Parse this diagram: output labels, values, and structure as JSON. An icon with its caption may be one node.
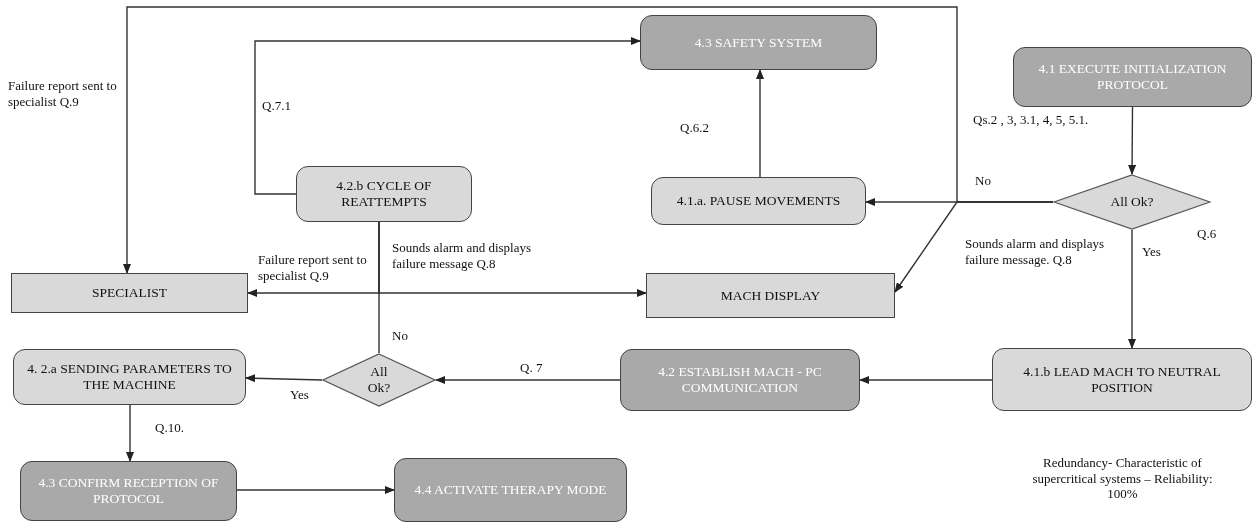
{
  "diagram": {
    "nodes": [
      {
        "text": [
          "4.3 SAFETY SYSTEM"
        ]
      },
      {
        "text": [
          "4.1 EXECUTE INITIALIZATION PROTOCOL"
        ]
      },
      {
        "text": [
          "4.2.b CYCLE OF REATTEMPTS"
        ]
      },
      {
        "text": [
          "4.1.a. PAUSE MOVEMENTS"
        ]
      },
      {
        "text": [
          "All Ok?"
        ],
        "beside": [
          "Q.6"
        ]
      },
      {
        "text": [
          "SPECIALIST"
        ]
      },
      {
        "text": [
          "MACH DISPLAY"
        ]
      },
      {
        "text": [
          "4. 2.a SENDING PARAMETERS TO THE MACHINE"
        ]
      },
      {
        "text": [
          "All Ok?"
        ]
      },
      {
        "text": [
          "4.2 ESTABLISH MACH - PC COMMUNICATION"
        ]
      },
      {
        "text": [
          "4.1.b LEAD MACH TO NEUTRAL POSITION"
        ]
      },
      {
        "text": [
          "4.3 CONFIRM RECEPTION OF PROTOCOL"
        ]
      },
      {
        "text": [
          "4.4 ACTIVATE THERAPY MODE"
        ]
      }
    ],
    "edges": [
      {
        "from": 1,
        "to": 4,
        "arrow": "to",
        "label": "Qs.2 , 3, 3.1, 4, 5, 5.1."
      },
      {
        "from": 4,
        "to": 3,
        "arrow": "to",
        "label": "No"
      },
      {
        "from": 4,
        "to": 5,
        "arrow": "to",
        "label": "Failure report sent to specialist Q.9"
      },
      {
        "from": 4,
        "to": 6,
        "arrow": "to",
        "label": "Sounds alarm and displays failure message. Q.8"
      },
      {
        "from": 3,
        "to": 0,
        "arrow": "to",
        "label": "Q.6.2"
      },
      {
        "from": 2,
        "to": 0,
        "arrow": "to",
        "label": "Q.7.1"
      },
      {
        "from": 8,
        "to": 2,
        "arrow": "none",
        "label": "No"
      },
      {
        "from": 2,
        "to": 5,
        "arrow": "to",
        "label": "Failure report sent to specialist Q.9"
      },
      {
        "from": 2,
        "to": 6,
        "arrow": "to",
        "label": "Sounds alarm and displays failure message Q.8"
      },
      {
        "from": 4,
        "to": 10,
        "arrow": "to",
        "label": "Yes"
      },
      {
        "from": 10,
        "to": 9,
        "arrow": "to"
      },
      {
        "from": 9,
        "to": 8,
        "arrow": "to",
        "label": "Q. 7"
      },
      {
        "from": 8,
        "to": 7,
        "arrow": "to",
        "label": "Yes"
      },
      {
        "from": 7,
        "to": 11,
        "arrow": "to",
        "label": "Q.10."
      },
      {
        "from": 11,
        "to": 12,
        "arrow": "to"
      }
    ],
    "labels": [
      "Redundancy- Characteristic of supercritical systems – Reliability: 100%"
    ]
  }
}
